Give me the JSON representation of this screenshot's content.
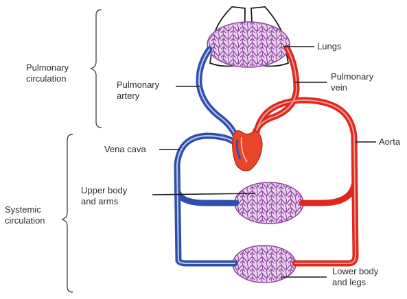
{
  "labels": {
    "pulmonary_circulation": [
      "Pulmonary",
      "circulation"
    ],
    "systemic_circulation": [
      "Systemic",
      "circulation"
    ],
    "lungs": "Lungs",
    "pulmonary_artery": [
      "Pulmonary",
      "artery"
    ],
    "pulmonary_vein": [
      "Pulmonary",
      "vein"
    ],
    "vena_cava": "Vena cava",
    "aorta": "Aorta",
    "upper_body": [
      "Upper body",
      "and arms"
    ],
    "lower_body": [
      "Lower body",
      "and legs"
    ]
  },
  "colors": {
    "deoxygenated": "#2f4fae",
    "oxygenated": "#e0281e",
    "capillary": "#8e3fa0",
    "capillary_fill": "#b98ad0",
    "heart": "#e9452a",
    "lung_outline": "#1a1a1a",
    "leader": "#1a1a1a",
    "bracket": "#4a4a4a"
  }
}
